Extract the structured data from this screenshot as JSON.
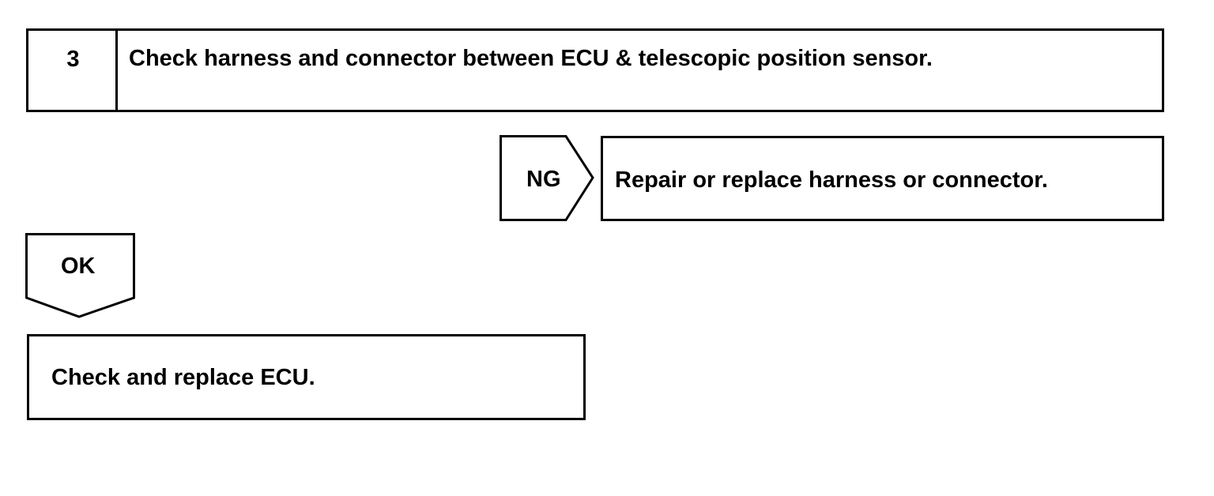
{
  "step": {
    "number": "3",
    "title": "Check harness and connector between ECU & telescopic position sensor."
  },
  "ng_branch": {
    "label": "NG",
    "result": "Repair or replace harness or connector."
  },
  "ok_branch": {
    "label": "OK",
    "result": "Check and replace ECU."
  },
  "colors": {
    "line": "#000000",
    "background": "#ffffff"
  }
}
